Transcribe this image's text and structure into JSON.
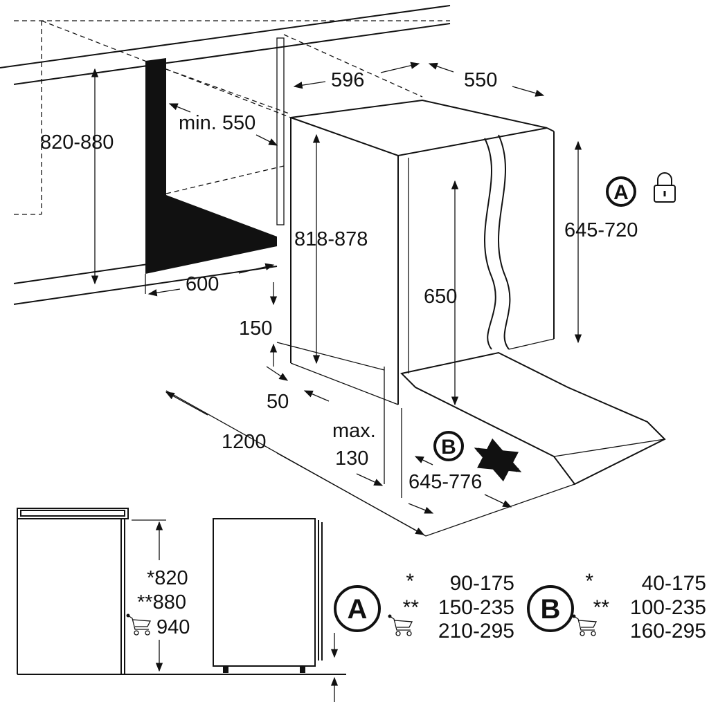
{
  "diagram": {
    "title_dims": {
      "width": "596",
      "depth": "550",
      "niche_height": "820-880",
      "min_depth": "min. 550",
      "niche_width": "600",
      "appliance_height": "818-878",
      "door_height": "650",
      "panel_height": "645-720",
      "plinth_height": "150",
      "plinth_offset": "50",
      "door_clearance": "1200",
      "max_label": "max.",
      "max_value": "130",
      "panel_b_range": "645-776"
    },
    "markers": {
      "a": "A",
      "b": "B"
    },
    "icons": [
      "lock-icon",
      "cart-icon",
      "double-arrow-icon"
    ],
    "side_view": {
      "heights": [
        "*820",
        "**880",
        "940"
      ]
    },
    "tables": {
      "a": {
        "label": "A",
        "rows": [
          {
            "mark": "*",
            "value": "90-175"
          },
          {
            "mark": "**",
            "value": "150-235"
          },
          {
            "mark": "cart",
            "value": "210-295"
          }
        ]
      },
      "b": {
        "label": "B",
        "rows": [
          {
            "mark": "*",
            "value": "40-175"
          },
          {
            "mark": "**",
            "value": "100-235"
          },
          {
            "mark": "cart",
            "value": "160-295"
          }
        ]
      }
    }
  }
}
